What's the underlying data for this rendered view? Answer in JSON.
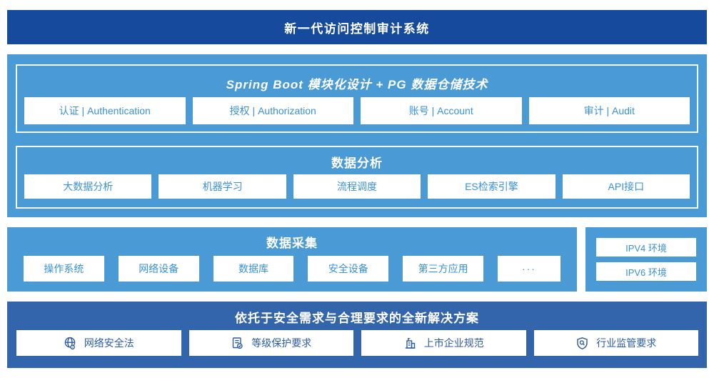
{
  "colors": {
    "top_banner_blue": "#164a9c",
    "light_blue": "#4a9ad5",
    "solution_blue": "#3365ad",
    "box_text_blue": "#3a91d5",
    "solution_text_blue": "#2c5ca6"
  },
  "header": {
    "title": "新一代访问控制审计系统"
  },
  "tech": {
    "spring_section": {
      "title": "Spring Boot 模块化设计 + PG 数据仓储技术",
      "modules": [
        {
          "label": "认证 | Authentication"
        },
        {
          "label": "授权 | Authorization"
        },
        {
          "label": "账号 | Account"
        },
        {
          "label": "审计 | Audit"
        }
      ]
    },
    "analysis_section": {
      "title": "数据分析",
      "modules": [
        {
          "label": "大数据分析"
        },
        {
          "label": "机器学习"
        },
        {
          "label": "流程调度"
        },
        {
          "label": "ES检索引擎"
        },
        {
          "label": "API接口"
        }
      ]
    }
  },
  "collection_section": {
    "title": "数据采集",
    "sources": [
      {
        "label": "操作系统"
      },
      {
        "label": "网络设备"
      },
      {
        "label": "数据库"
      },
      {
        "label": "安全设备"
      },
      {
        "label": "第三方应用"
      },
      {
        "label": "···"
      }
    ],
    "environments": [
      {
        "label": "IPV4 环境"
      },
      {
        "label": "IPV6 环境"
      }
    ]
  },
  "solution_section": {
    "title": "依托于安全需求与合理要求的全新解决方案",
    "items": [
      {
        "icon": "globe-location-icon",
        "label": "网络安全法"
      },
      {
        "icon": "document-check-icon",
        "label": "等级保护要求"
      },
      {
        "icon": "building-flag-icon",
        "label": "上市企业规范"
      },
      {
        "icon": "shield-search-icon",
        "label": "行业监管要求"
      }
    ]
  }
}
